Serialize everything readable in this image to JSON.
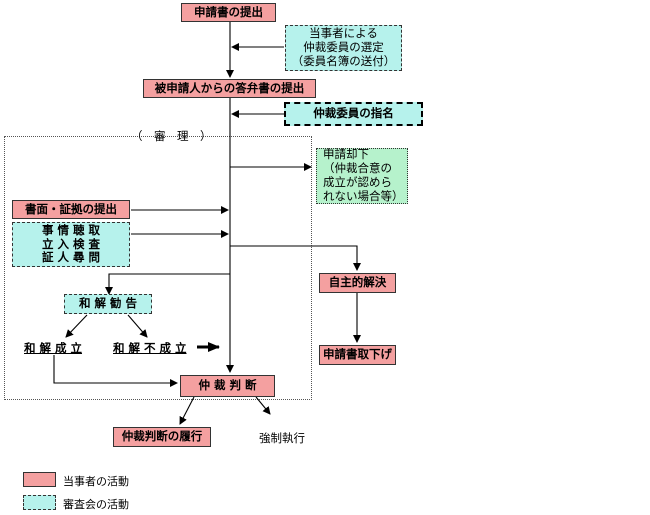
{
  "nodes": {
    "application": "申請書の提出",
    "arbitrator_selection": [
      "当事者による",
      "仲裁委員の選定",
      "（委員名簿の送付）"
    ],
    "response": "被申請人からの答弁書の提出",
    "designation": "仲裁委員の指名",
    "review": "（　審　理　）",
    "dismissal": [
      "申請却下",
      "（仲裁合意の",
      "成立が認めら",
      "れない場合等）"
    ],
    "documents": "書面・証拠の提出",
    "investigation": [
      "事 情 聴 取",
      "立 入 検 査",
      "証 人 尋 問"
    ],
    "voluntary": "自主的解決",
    "recommendation": "和 解 勧 告",
    "settled": "和 解 成 立",
    "not_settled": "和 解 不 成 立",
    "withdrawal": "申請書取下げ",
    "award": "仲 裁 判 断",
    "fulfillment": "仲裁判断の履行",
    "enforcement": "強制執行"
  },
  "legend": {
    "party": {
      "label": "当事者の活動",
      "color": "#f4a0a0"
    },
    "council": {
      "label": "審査会の活動",
      "color": "#b6f2ec"
    }
  },
  "colors": {
    "party": "#f4a0a0",
    "council": "#b6f2ec",
    "green": "#b6f2cc"
  }
}
